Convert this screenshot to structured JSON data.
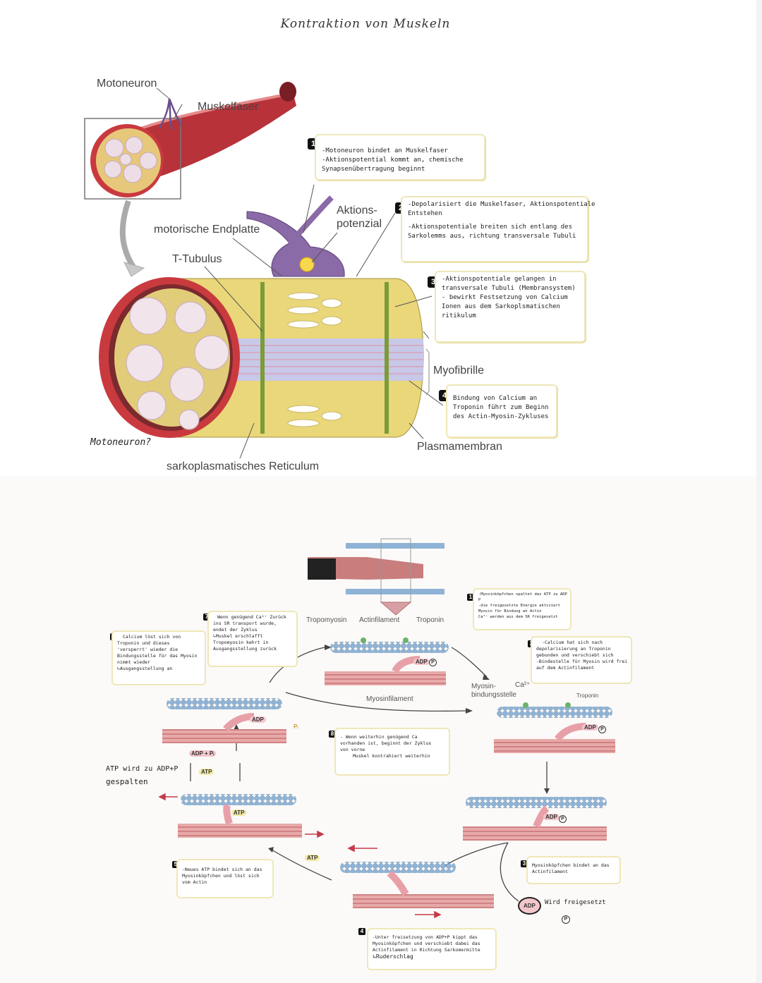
{
  "title": "Kontraktion von Muskeln",
  "top_labels": {
    "motoneuron": "Motoneuron",
    "muskelfaser": "Muskelfaser",
    "endplatte": "motorische Endplatte",
    "t_tubulus": "T-Tubulus",
    "aktionspotenzial_1": "Aktions-",
    "aktionspotenzial_2": "potenzial",
    "myofibrille": "Myofibrille",
    "plasmamembran": "Plasmamembran",
    "retikulum": "sarkoplasmatisches Reticulum",
    "handwritten": "Motoneuron?"
  },
  "top_steps": [
    {
      "num": "1",
      "lines": [
        "-Motoneuron bindet an Muskelfaser",
        "-Aktionspotential kommt an, chemische",
        "Synapsenübertragung beginnt"
      ]
    },
    {
      "num": "2",
      "lines": [
        "-Depolarisiert die Muskelfaser, Aktionspotentiale",
        "Entstehen",
        "-Aktionspotentiale breiten sich entlang des",
        "Sarkolemms aus, richtung transversale Tubuli"
      ]
    },
    {
      "num": "3",
      "lines": [
        "-Aktionspotentiale gelangen in",
        "transversale Tubuli (Membransystem)",
        "- bewirkt Festsetzung von Calcium",
        "Ionen aus dem Sarkoplsmatischen",
        "ritikulum"
      ]
    },
    {
      "num": "4",
      "lines": [
        "Bindung von Calcium an",
        "Troponin führt zum Beginn",
        "des Actin-Myosin-Zykluses"
      ]
    }
  ],
  "cycle_labels": {
    "tropomyosin": "Tropomyosin",
    "actinfilament": "Actinfilament",
    "troponin": "Troponin",
    "myosinfilament": "Myosinfilament",
    "myosin_bind_1": "Myosin-",
    "myosin_bind_2": "bindungsstelle",
    "ca": "Ca²⁺",
    "troponin_small": "Troponin",
    "adp": "ADP",
    "atp": "ATP",
    "p": "P",
    "pi": "Pᵢ",
    "adp_pi": "ADP + Pᵢ"
  },
  "cycle_steps": [
    {
      "num": "1",
      "lines": [
        "-Myosinköpfchen spaltet das ATP zu ADP",
        "P",
        "-die freigesetzte Energie aktiviert",
        "Myosin für Bindung an Actin",
        "Ca²⁺ werden aus dem SR freigesetzt"
      ]
    },
    {
      "num": "2",
      "lines": [
        "-Calcium hat sich nach",
        "depolarisierung an Troponin",
        "gebunden und verschiebt sich",
        "-Bindestelle für Myosin wird frei",
        "auf dem Actinfilament"
      ]
    },
    {
      "num": "3",
      "lines": [
        "Myosinköpfchen bindet an das",
        "Actinfilament"
      ]
    },
    {
      "num": "4",
      "lines": [
        "-Unter freisetzung von ADP+P kippt das",
        "Myosinköpfchen und verschiebt dabei das",
        "Actinfilament in Richtung Sarkomermitte",
        "↳Ruderschlag"
      ]
    },
    {
      "num": "5",
      "lines": [
        "-Neues ATP bindet sich an das",
        "Myosinköpfchen und löst sich",
        "vom Actin"
      ]
    },
    {
      "num": "6",
      "lines": [
        "Calcium löst sich von",
        "Troponin und dieses",
        "'versperrt' wieder die",
        "Bindungsstelle für das Myosin",
        "nimmt wieder",
        "↳Ausgangsstellung an"
      ]
    },
    {
      "num": "7",
      "lines": [
        "Wenn genügend Ca²⁺ Zurück",
        "ins SR transport wurde,",
        "endet der Zyklus",
        "↳Muskel erschlafft",
        "Tropomyosin kehrt in",
        "Ausgangsstellung zurück"
      ]
    },
    {
      "num": "8",
      "lines": [
        "- Wenn weiterhin genügend Ca",
        "vorhanden ist, beginnt der Zyklus",
        "von vorne",
        "Muskel kontrahiert weiterhin"
      ]
    }
  ],
  "handnotes": {
    "atp_split_1": "ATP wird zu ADP+P",
    "atp_split_2": "gespalten",
    "freigesetzt": "Wird freigesetzt"
  }
}
